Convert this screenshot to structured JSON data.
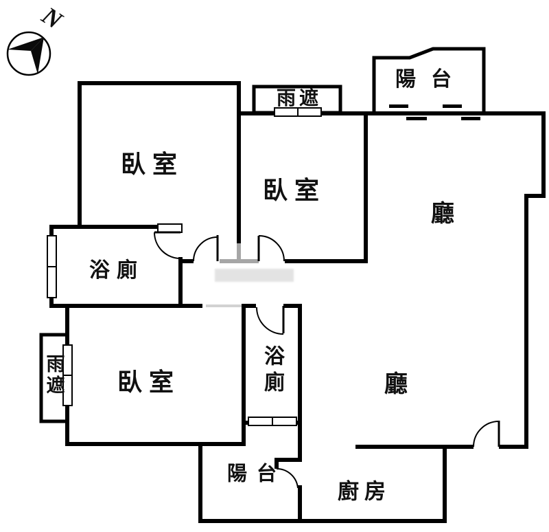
{
  "rooms": {
    "bedroom1": {
      "label": "臥室"
    },
    "bedroom2": {
      "label": "臥室"
    },
    "bedroom3": {
      "label": "臥室"
    },
    "bathroom1": {
      "label": "浴廁"
    },
    "bathroom2": {
      "label": "浴廁"
    },
    "living_upper": {
      "label": "廳"
    },
    "living_lower": {
      "label": "廳"
    },
    "kitchen": {
      "label": "廚房"
    },
    "balcony_top": {
      "label": "陽台"
    },
    "balcony_bottom": {
      "label": "陽台"
    },
    "rain_shelter_top": {
      "label": "雨遮"
    },
    "rain_shelter_left": {
      "label": "雨遮"
    }
  },
  "compass": {
    "north_label": "N"
  },
  "colors": {
    "wall": "#000000",
    "background": "#ffffff",
    "faded_wall": "#a6a6a6"
  }
}
